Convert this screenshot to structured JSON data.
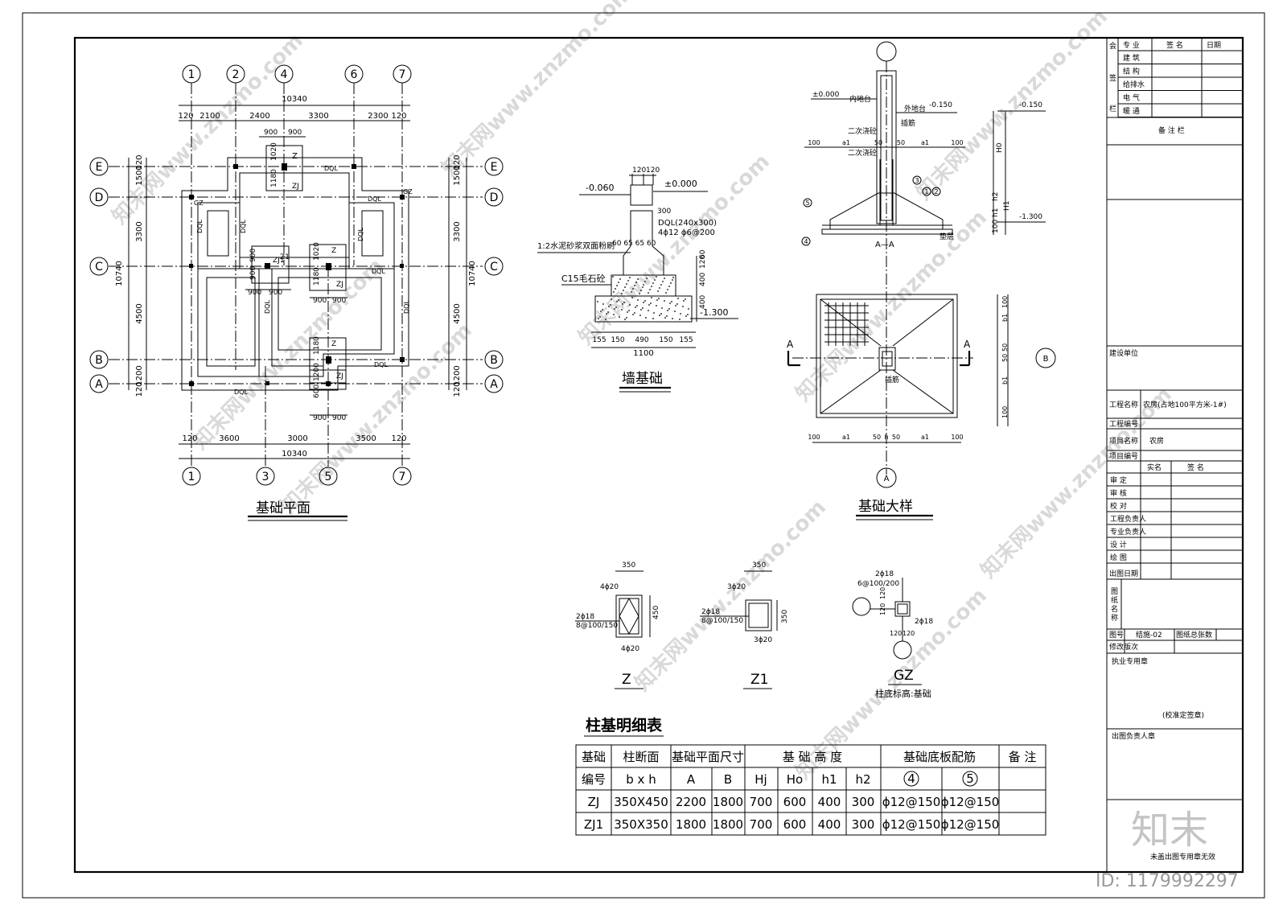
{
  "plan": {
    "title": "基础平面",
    "axis_top": [
      "1",
      "2",
      "4",
      "6",
      "7"
    ],
    "axis_bottom": [
      "1",
      "3",
      "5",
      "7"
    ],
    "axis_rows": [
      "E",
      "D",
      "C",
      "B",
      "A"
    ],
    "dims_top": [
      "120",
      "2100",
      "2400",
      "3300",
      "2300",
      "120"
    ],
    "total_width": "10340",
    "dims_bottom": [
      "120",
      "3600",
      "3000",
      "3500",
      "120"
    ],
    "dims_left": [
      "1500",
      "120",
      "3300",
      "4500",
      "1200",
      "120"
    ],
    "total_height": "10740",
    "labels": {
      "z": "Z",
      "zj": "ZJ",
      "z1": "Z1",
      "zj1": "ZJ1",
      "dql": "DQL",
      "gz": "GZ",
      "d900": "900",
      "d1180": "1180",
      "d1020": "1020",
      "d600": "600",
      "d1200": "1200"
    }
  },
  "wall_foundation": {
    "title": "墙基础",
    "elev_top": "±0.000",
    "elev_side": "-0.060",
    "elev_bottom": "-1.300",
    "dim_120a": "120",
    "dim_120b": "120",
    "beam": "DQL(240x300)",
    "beam_rebar": "4ϕ12  ϕ6@200",
    "dim_300": "300",
    "mortar": "1:2水泥砂浆双面粉刷",
    "steps": "60 65    65 60",
    "masonry": "C15毛石砼",
    "dims_right": [
      "60",
      "120",
      "400",
      "400"
    ],
    "dims_bottom": [
      "155",
      "150",
      "490",
      "150",
      "155"
    ],
    "total": "1100"
  },
  "detail": {
    "title": "基础大样",
    "section": "A—A",
    "elev_0": "±0.000",
    "elev_m0150": "-0.150",
    "elev_m0150b": "-0.150",
    "elev_m1300": "-1.300",
    "inner": "内地台",
    "outer": "外地台",
    "anchor": "插筋",
    "pour": "二次浇砼",
    "pour2": "二次浇砼",
    "cushion": "垫层",
    "marks": [
      "1",
      "2",
      "3",
      "4",
      "5"
    ],
    "dims": [
      "100",
      "a1",
      "50",
      "50",
      "a1",
      "100"
    ],
    "heights": [
      "H0",
      "h2",
      "h1",
      "H1",
      "100"
    ],
    "plan_dims": [
      "b1",
      "50",
      "50",
      "b1",
      "100",
      "100"
    ],
    "plan_bottom": [
      "100",
      "a1",
      "50",
      "h",
      "50",
      "a1",
      "100"
    ],
    "sec_a": "A",
    "anchor2": "插筋",
    "b_mark": "B",
    "a_mark": "A"
  },
  "columns": [
    {
      "name": "Z",
      "w": "350",
      "h": "450",
      "top": "4ϕ20",
      "side": "2ϕ18",
      "stir": "8@100/150",
      "bottom": "4ϕ20"
    },
    {
      "name": "Z1",
      "w": "350",
      "h": "350",
      "top": "3ϕ20",
      "side": "2ϕ18",
      "stir": "8@100/150",
      "bottom": "3ϕ20"
    },
    {
      "name": "GZ",
      "top": "2ϕ18",
      "stir": "6@100/200",
      "side": "2ϕ18",
      "d1": "120",
      "d2": "120",
      "d3": "120",
      "d4": "120",
      "note": "柱底标高:基础"
    }
  ],
  "table": {
    "title": "柱基明细表",
    "h1": [
      "基础",
      "柱断面",
      "基础平面尺寸",
      "基 础 高 度",
      "基础底板配筋",
      "备 注"
    ],
    "h2": [
      "编号",
      "b x h",
      "A",
      "B",
      "Hj",
      "Ho",
      "h1",
      "h2",
      "4",
      "5"
    ],
    "rows": [
      [
        "ZJ",
        "350X450",
        "2200",
        "1800",
        "700",
        "600",
        "400",
        "300",
        "ϕ12@150",
        "ϕ12@150",
        ""
      ],
      [
        "ZJ1",
        "350X350",
        "1800",
        "1800",
        "700",
        "600",
        "400",
        "300",
        "ϕ12@150",
        "ϕ12@150",
        ""
      ]
    ]
  },
  "title_block": {
    "hui": "会",
    "qian": "签",
    "lan": "栏",
    "col_heads": [
      "专 业",
      "签 名",
      "日期"
    ],
    "majors": [
      "建 筑",
      "结 构",
      "给排水",
      "电 气",
      "暖 通"
    ],
    "remarks": "备 注 栏",
    "build_unit": "建设单位",
    "project_name_label": "工程名称",
    "project_name": "农房(占地100平方米-1#)",
    "project_no_label": "工程编号",
    "item_name_label": "项目名称",
    "item_name": "农房",
    "item_no_label": "项目编号",
    "sign_heads": [
      "实名",
      "签 名"
    ],
    "roles": [
      "审 定",
      "审 核",
      "校 对",
      "工程负责人",
      "专业负责人",
      "设 计",
      "绘 图"
    ],
    "date_label": "出图日期",
    "drawing_name_label": [
      "图",
      "纸",
      "名",
      "称"
    ],
    "drawing_no_label": "图号",
    "drawing_no": "结施-02",
    "total_label": "图纸总张数",
    "revision_label": "修改版次",
    "seal1": "执业专用章",
    "seal2": "(校准定签章)",
    "seal3": "出图负责人章",
    "logo": "知末",
    "logo_note": "未盖出图专用章无效"
  },
  "watermark": {
    "text": "知末网www.znzmo.com",
    "id": "ID: 1179992297"
  }
}
